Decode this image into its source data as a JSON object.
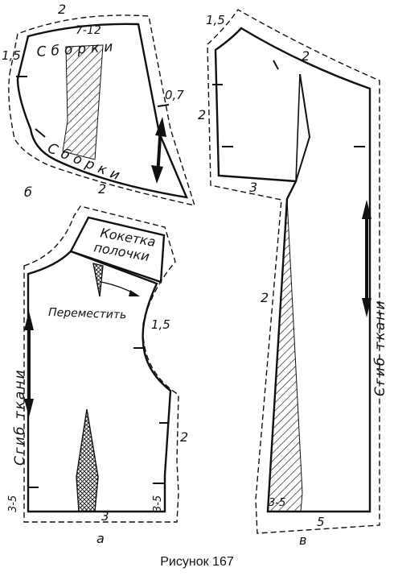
{
  "caption": "Рисунок 167",
  "panel_letters": {
    "a": "а",
    "b": "б",
    "v": "в"
  },
  "panel_a": {
    "yoke_line1": "Кокетка",
    "yoke_line2": "полочки",
    "move_label": "Переместить",
    "fold_label": "Сгиб ткани",
    "allowance_armhole": "1,5",
    "allowance_side": "2",
    "allowance_hem": "3",
    "allowance_left_bottom": "3-5",
    "allowance_right_bottom": "3-5"
  },
  "panel_b": {
    "gathers_top": "Сборки",
    "gathers_bottom": "Сборки",
    "gathers_range": "7-12",
    "allowance_top": "2",
    "allowance_left": "1,5",
    "allowance_right": "0,7",
    "allowance_bottom": "2"
  },
  "panel_v": {
    "fold_label": "Сгиб ткани",
    "allowance_top_left": "1,5",
    "allowance_shoulder": "2",
    "allowance_left_upper": "2",
    "allowance_underarm": "3",
    "allowance_side": "2",
    "allowance_hem_left": "3-5",
    "allowance_hem": "5"
  },
  "colors": {
    "ink": "#111111",
    "paper": "#ffffff"
  }
}
